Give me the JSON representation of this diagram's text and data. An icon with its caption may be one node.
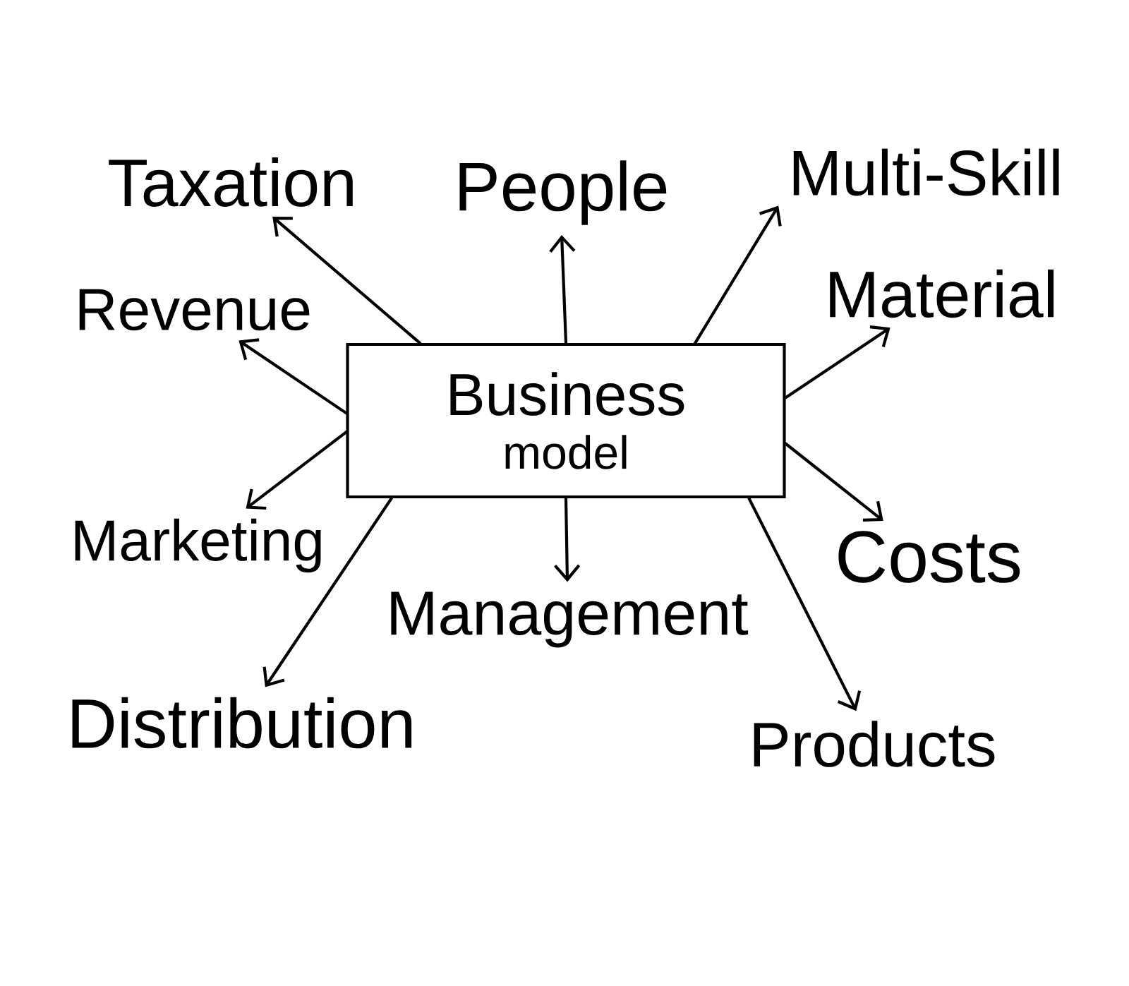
{
  "diagram": {
    "nodes": [
      {
        "text": [
          "Business",
          "model"
        ]
      },
      {
        "text": [
          "Taxation"
        ]
      },
      {
        "text": [
          "People"
        ]
      },
      {
        "text": [
          "Multi-Skill"
        ]
      },
      {
        "text": [
          "Revenue"
        ]
      },
      {
        "text": [
          "Material"
        ]
      },
      {
        "text": [
          "Marketing"
        ]
      },
      {
        "text": [
          "Costs"
        ]
      },
      {
        "text": [
          "Management"
        ]
      },
      {
        "text": [
          "Distribution"
        ]
      },
      {
        "text": [
          "Products"
        ]
      }
    ],
    "edges": [
      {
        "from": 0,
        "to": 1,
        "arrow": "to"
      },
      {
        "from": 0,
        "to": 2,
        "arrow": "to"
      },
      {
        "from": 0,
        "to": 3,
        "arrow": "to"
      },
      {
        "from": 0,
        "to": 4,
        "arrow": "to"
      },
      {
        "from": 0,
        "to": 5,
        "arrow": "to"
      },
      {
        "from": 0,
        "to": 6,
        "arrow": "to"
      },
      {
        "from": 0,
        "to": 7,
        "arrow": "to"
      },
      {
        "from": 0,
        "to": 8,
        "arrow": "to"
      },
      {
        "from": 0,
        "to": 9,
        "arrow": "to"
      },
      {
        "from": 0,
        "to": 10,
        "arrow": "to"
      }
    ]
  }
}
